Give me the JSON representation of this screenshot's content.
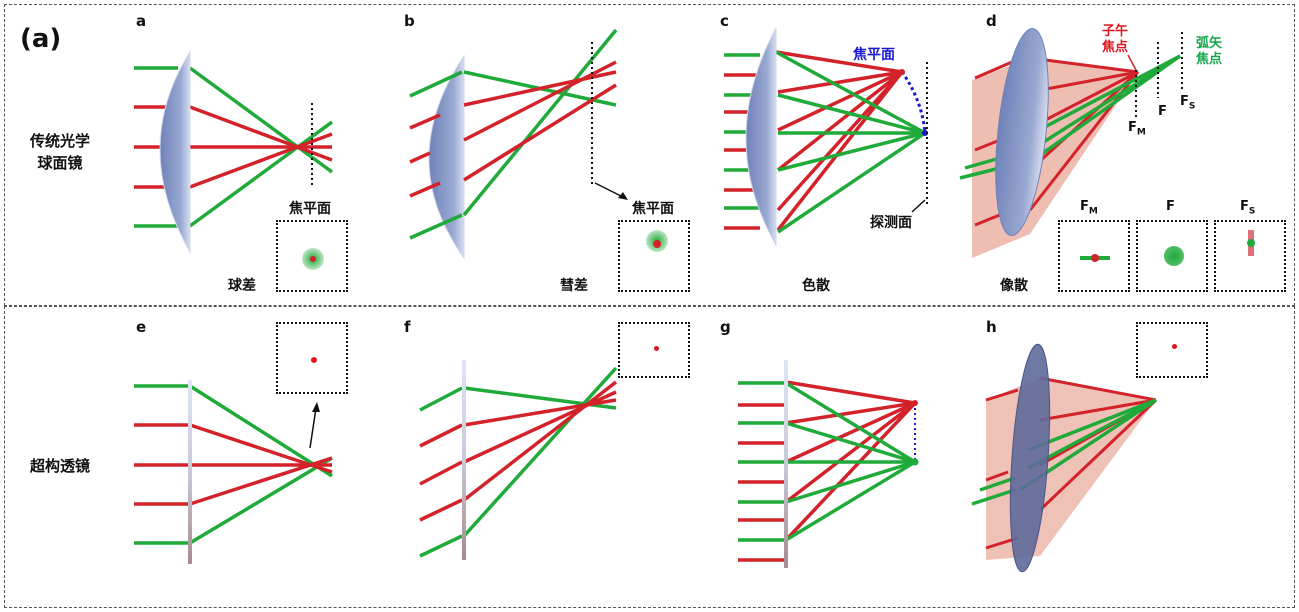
{
  "figure_tag": "(a)",
  "row_labels": {
    "traditional": "传统光学\n球面镜",
    "meta": "超构透镜"
  },
  "panels": [
    "a",
    "b",
    "c",
    "d",
    "e",
    "f",
    "g",
    "h"
  ],
  "captions": {
    "spherical_aberration": "球差",
    "coma": "彗差",
    "chromatic_dispersion": "色散",
    "astigmatism": "像散"
  },
  "labels": {
    "focal_plane": "焦平面",
    "detector_plane": "探测面",
    "meridional_focus": "子午\n焦点",
    "sagittal_focus": "弧矢\n焦点",
    "FM": "F",
    "FM_sub": "M",
    "F": "F",
    "FS": "F",
    "FS_sub": "S"
  },
  "colors": {
    "red_ray": "#d3222a",
    "green_ray": "#1faa3a",
    "lens": "#8b9dc7",
    "focal_blue": "#1a1ad0"
  }
}
